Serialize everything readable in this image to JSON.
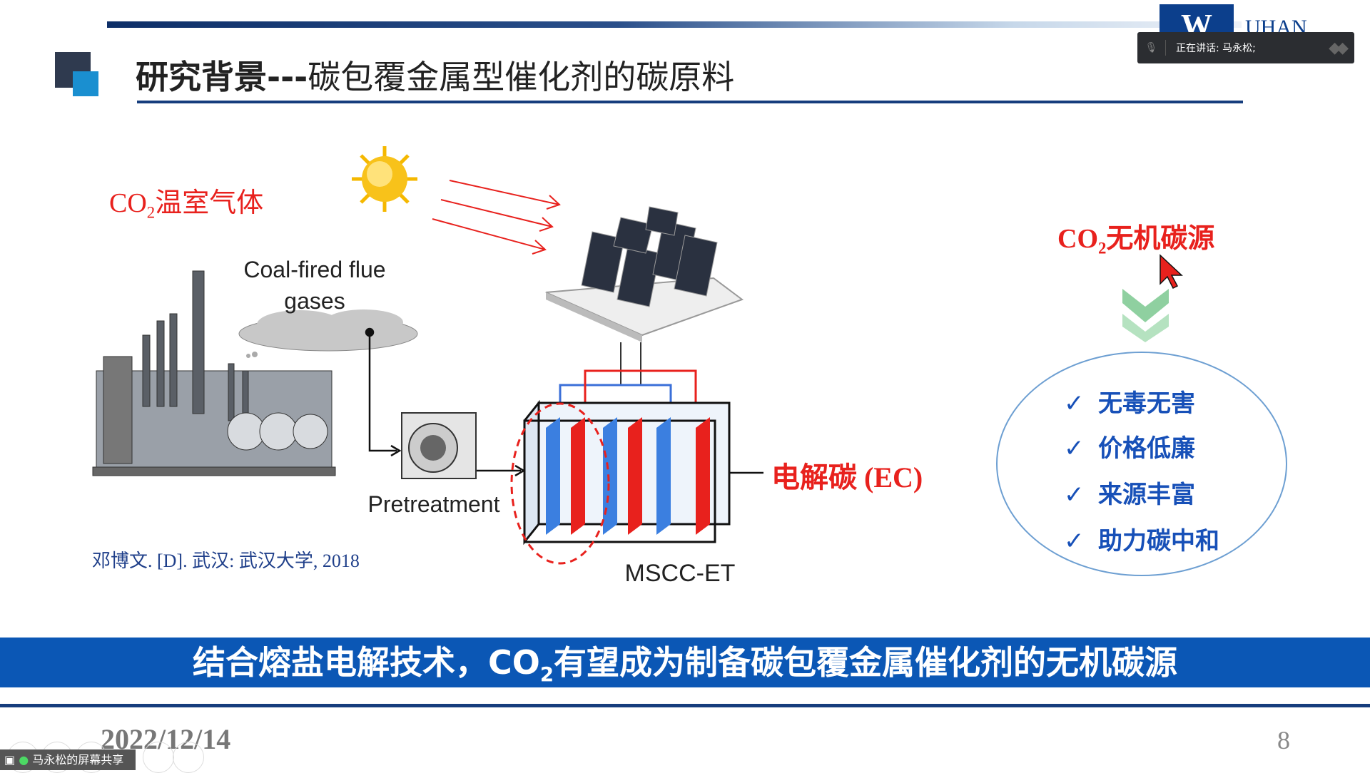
{
  "header": {
    "title_bold": "研究背景---",
    "title_rest": "碳包覆金属型催化剂的碳原料",
    "logo_letter": "W",
    "logo_text": "UHAN"
  },
  "meeting": {
    "speaking": "正在讲话: 马永松;",
    "share_label": "马永松的屏幕共享"
  },
  "left": {
    "co2_label_pre": "CO",
    "co2_sub": "2",
    "co2_label_post": "温室气体",
    "flue_line1": "Coal-fired flue",
    "flue_line2": "gases",
    "pretreatment": "Pretreatment",
    "cell_label": "MSCC-ET",
    "ec_label": "电解碳 (EC)",
    "citation": "邓博文. [D]. 武汉: 武汉大学, 2018"
  },
  "right": {
    "co2_pre": "CO",
    "co2_sub": "2",
    "co2_post": "无机碳源",
    "items": [
      "无毒无害",
      "价格低廉",
      "来源丰富",
      "助力碳中和"
    ],
    "check": "✓"
  },
  "banner": {
    "pre": "结合熔盐电解技术，CO",
    "sub": "2",
    "post": "有望成为制备碳包覆金属催化剂的无机碳源"
  },
  "footer": {
    "date": "2022/12/14",
    "page": "8"
  },
  "colors": {
    "accent_blue": "#0b57b5",
    "red": "#e8211d",
    "dark_navy": "#163d7d"
  }
}
